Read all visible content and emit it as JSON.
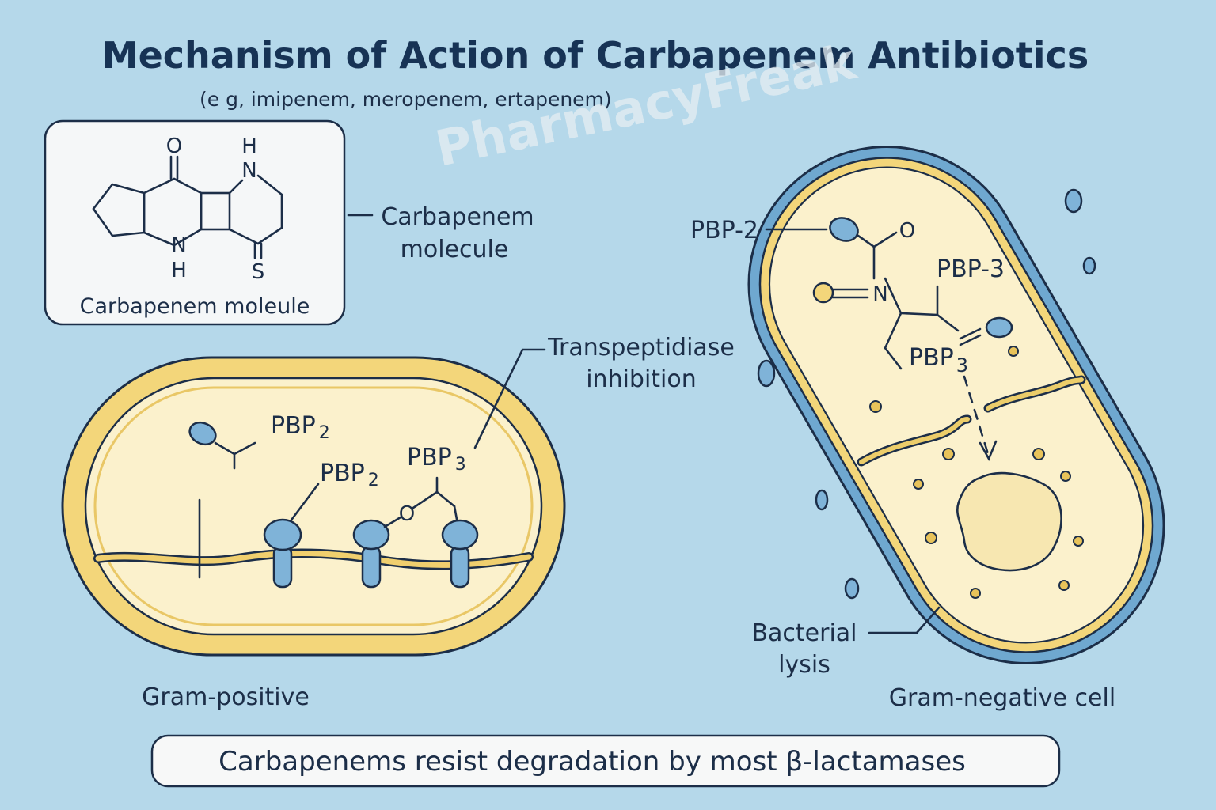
{
  "header": {
    "title": "Mechanism of Action of Carbapenem Antibiotics",
    "subtitle": "(e g, imipenem, meropenem, ertapenem)"
  },
  "watermark": "PharmacyFreak",
  "molecule_panel": {
    "caption": "Carbapenem moleule",
    "callout_line1": "Carbapenem",
    "callout_line2": "molecule",
    "atoms": {
      "o_top": "O",
      "h_top": "H",
      "n_top": "N",
      "n_bottom": "N",
      "h_bottom": "H",
      "s_bottom": "S"
    }
  },
  "gram_positive": {
    "label": "Gram-positive",
    "pbp_top": "PBP",
    "pbp_top_sub": "2",
    "pbp_mid": "PBP",
    "pbp_mid_sub": "2",
    "pbp_right": "PBP",
    "pbp_right_sub": "3",
    "linker_o": "O",
    "callout_line1": "Transpeptidiase",
    "callout_line2": "inhibition"
  },
  "gram_negative": {
    "label": "Gram-negative cell",
    "pbp2": "PBP-2",
    "pbp3": "PBP-3",
    "pbp3_lower": "PBP",
    "pbp3_lower_sub": "3",
    "atom_o": "O",
    "atom_n": "N",
    "lysis_line1": "Bacterial",
    "lysis_line2": "lysis"
  },
  "footer": {
    "note": "Carbapenems resist degradation by most β-lactamases"
  },
  "colors": {
    "background": "#b5d8ea",
    "cell_fill": "#fbf1cc",
    "cell_wall": "#f3d67a",
    "protein": "#7fb3d8",
    "outer_membrane": "#6fa8d0",
    "ink": "#1c2e48"
  }
}
